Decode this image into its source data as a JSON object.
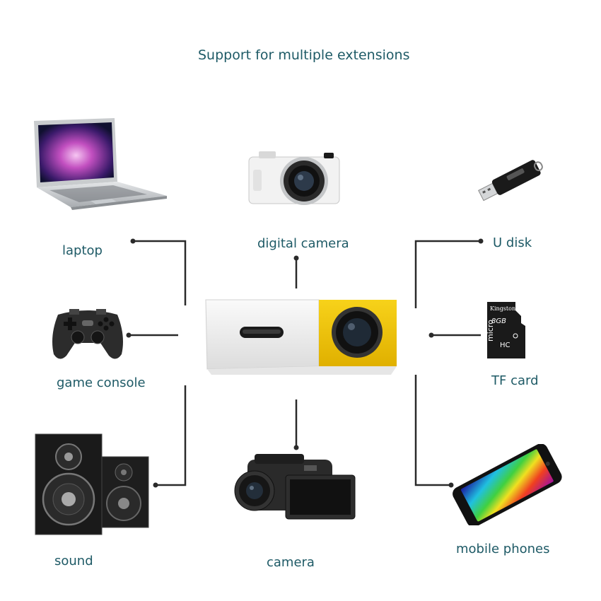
{
  "title": "Support for multiple extensions",
  "devices": {
    "laptop": "laptop",
    "digital_camera": "digital camera",
    "u_disk": "U disk",
    "game_console": "game console",
    "tf_card": "TF card",
    "sound": "sound",
    "camera": "camera",
    "mobile_phones": "mobile phones"
  },
  "tf_card_print": {
    "brand": "Kingston",
    "capacity": "8GB",
    "type": "micro",
    "class": "HC"
  },
  "colors": {
    "text": "#1e5a66",
    "connector": "#2a2a2a",
    "projector_yellow": "#f2c400",
    "projector_white": "#f4f4f4"
  }
}
